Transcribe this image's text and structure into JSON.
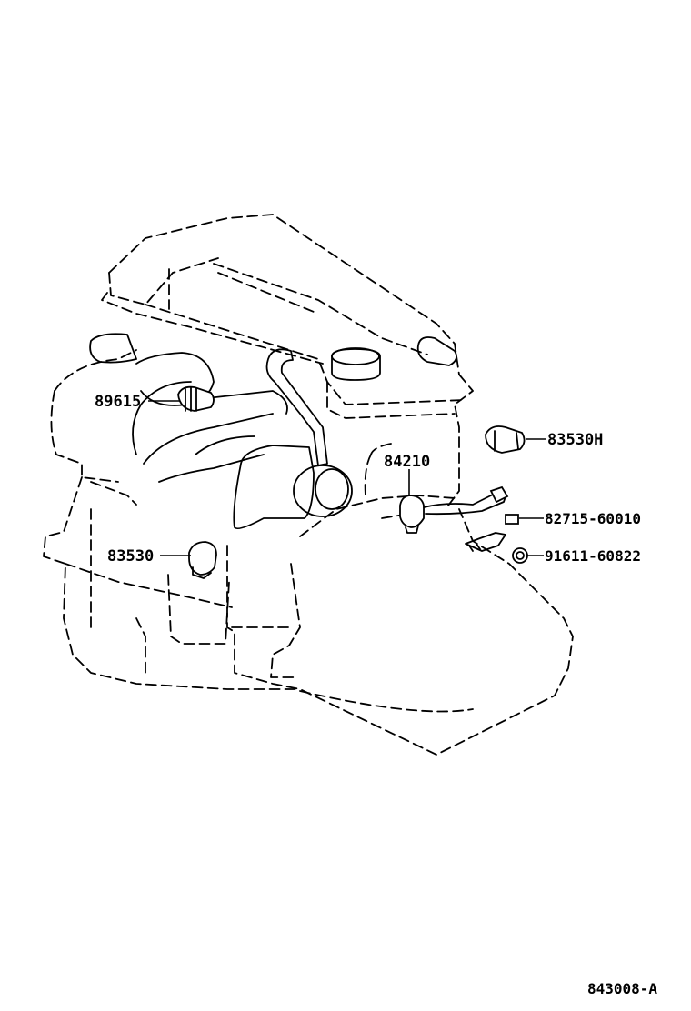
{
  "parts": {
    "p89615": "89615",
    "p83530H": "83530H",
    "p84210": "84210",
    "p82715": "82715-60010",
    "p91611": "91611-60822",
    "p83530": "83530"
  },
  "figure_code": "843008-A"
}
